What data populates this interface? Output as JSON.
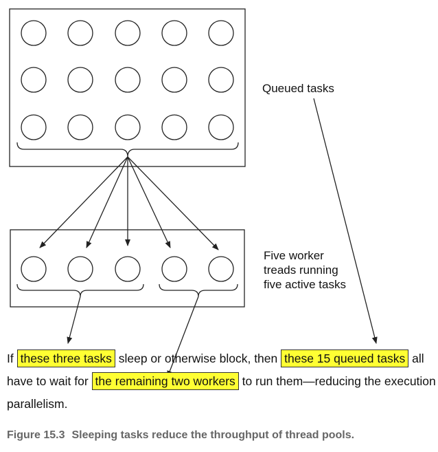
{
  "labels": {
    "queued_tasks": "Queued tasks",
    "workers_line1": "Five worker",
    "workers_line2": "treads running",
    "workers_line3": "five active tasks"
  },
  "paragraph": {
    "t1": "If ",
    "h1": "these three tasks",
    "t2": " sleep or otherwise block, then ",
    "h2": "these 15 queued tasks",
    "t3": " all have to wait for ",
    "h3": "the remaining two workers",
    "t4": " to run them—reducing the execution parallelism."
  },
  "caption": {
    "figure": "Figure 15.3",
    "text": "Sleeping tasks reduce the throughput of thread pools."
  },
  "colors": {
    "highlight": "#ffff33",
    "stroke": "#222222",
    "caption": "#666666"
  },
  "counts": {
    "queued_tasks": 15,
    "worker_tasks": 5
  }
}
